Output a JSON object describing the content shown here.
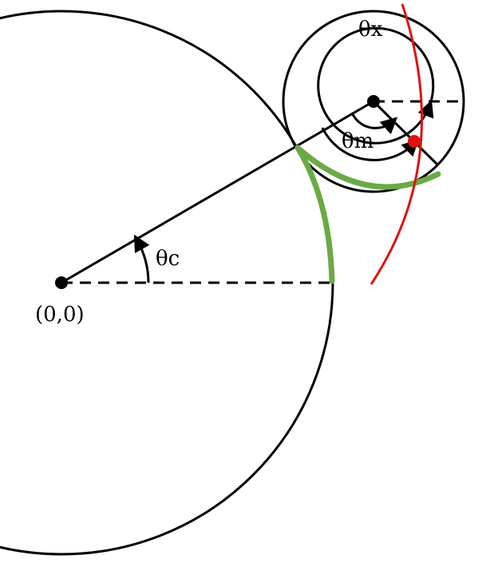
{
  "labels": {
    "origin": "(0,0)",
    "theta_c": "θc",
    "theta_m": "θm",
    "theta_x": "θx"
  },
  "colors": {
    "outline": "#000000",
    "green_arc": "#6aaa46",
    "red_curve": "#e01010",
    "red_point": "#e01010",
    "background": "#ffffff"
  },
  "icons": {
    "arrowheads": "triangle-arrow-icon",
    "points": "dot-icon"
  }
}
